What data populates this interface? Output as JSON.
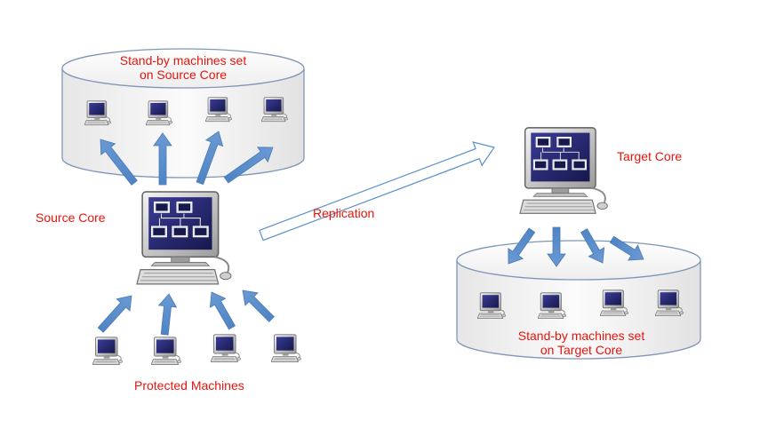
{
  "labels": {
    "source_standby": [
      "Stand-by machines set",
      "on Source Core"
    ],
    "source_core": "Source Core",
    "replication": "Replication",
    "target_core": "Target Core",
    "target_standby": [
      "Stand-by machines set",
      "on Target Core"
    ],
    "protected": "Protected Machines"
  },
  "colors": {
    "label_text": "#e8140c",
    "arrow_fill": "#5b8fcc",
    "arrow_stroke": "#4a7bb5",
    "cylinder_stroke": "#7f97b7",
    "cylinder_fill": "#f7f7f7",
    "screen_blue": "#2c2e7a"
  },
  "icons": {
    "client": "workstation-icon",
    "server": "core-server-icon",
    "storage": "cylinder-storage"
  }
}
